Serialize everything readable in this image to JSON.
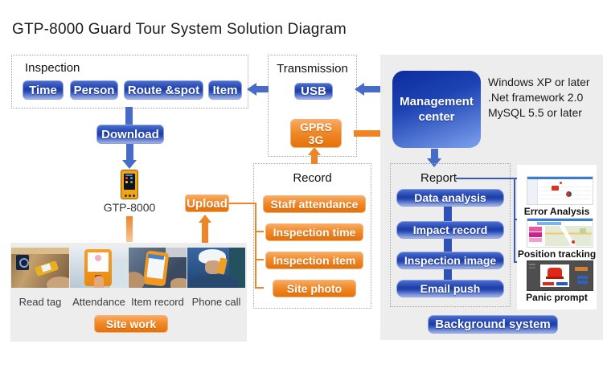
{
  "title": "GTP-8000 Guard Tour System Solution Diagram",
  "inspection": {
    "label": "Inspection",
    "items": [
      "Time",
      "Person",
      "Route &spot",
      "Item"
    ]
  },
  "download_label": "Download",
  "device_label": "GTP-8000",
  "transmission": {
    "label": "Transmission",
    "usb": "USB",
    "gprs_line1": "GPRS",
    "gprs_line2": "3G"
  },
  "upload_label": "Upload",
  "record": {
    "label": "Record",
    "items": [
      "Staff attendance",
      "Inspection time",
      "Inspection item",
      "Site photo"
    ]
  },
  "site": {
    "photos": [
      {
        "caption": "Read tag"
      },
      {
        "caption": "Attendance"
      },
      {
        "caption": "Item record"
      },
      {
        "caption": "Phone call"
      }
    ],
    "label": "Site work"
  },
  "management": {
    "line1": "Management",
    "line2": "center"
  },
  "requirements": [
    "Windows XP or later",
    ".Net framework 2.0",
    "MySQL 5.5 or later"
  ],
  "report": {
    "label": "Report",
    "items": [
      "Data analysis",
      "Impact record",
      "Inspection image",
      "Email push"
    ]
  },
  "screens": [
    {
      "caption": "Error Analysis"
    },
    {
      "caption": "Position tracking"
    },
    {
      "caption": "Panic prompt"
    }
  ],
  "background_system_label": "Background system",
  "colors": {
    "blue_accent": "#2446ae",
    "orange_accent": "#ee7d15",
    "panel_gray": "#ededed",
    "arrow_blue": "#466bc8",
    "arrow_orange": "#ee8426"
  }
}
